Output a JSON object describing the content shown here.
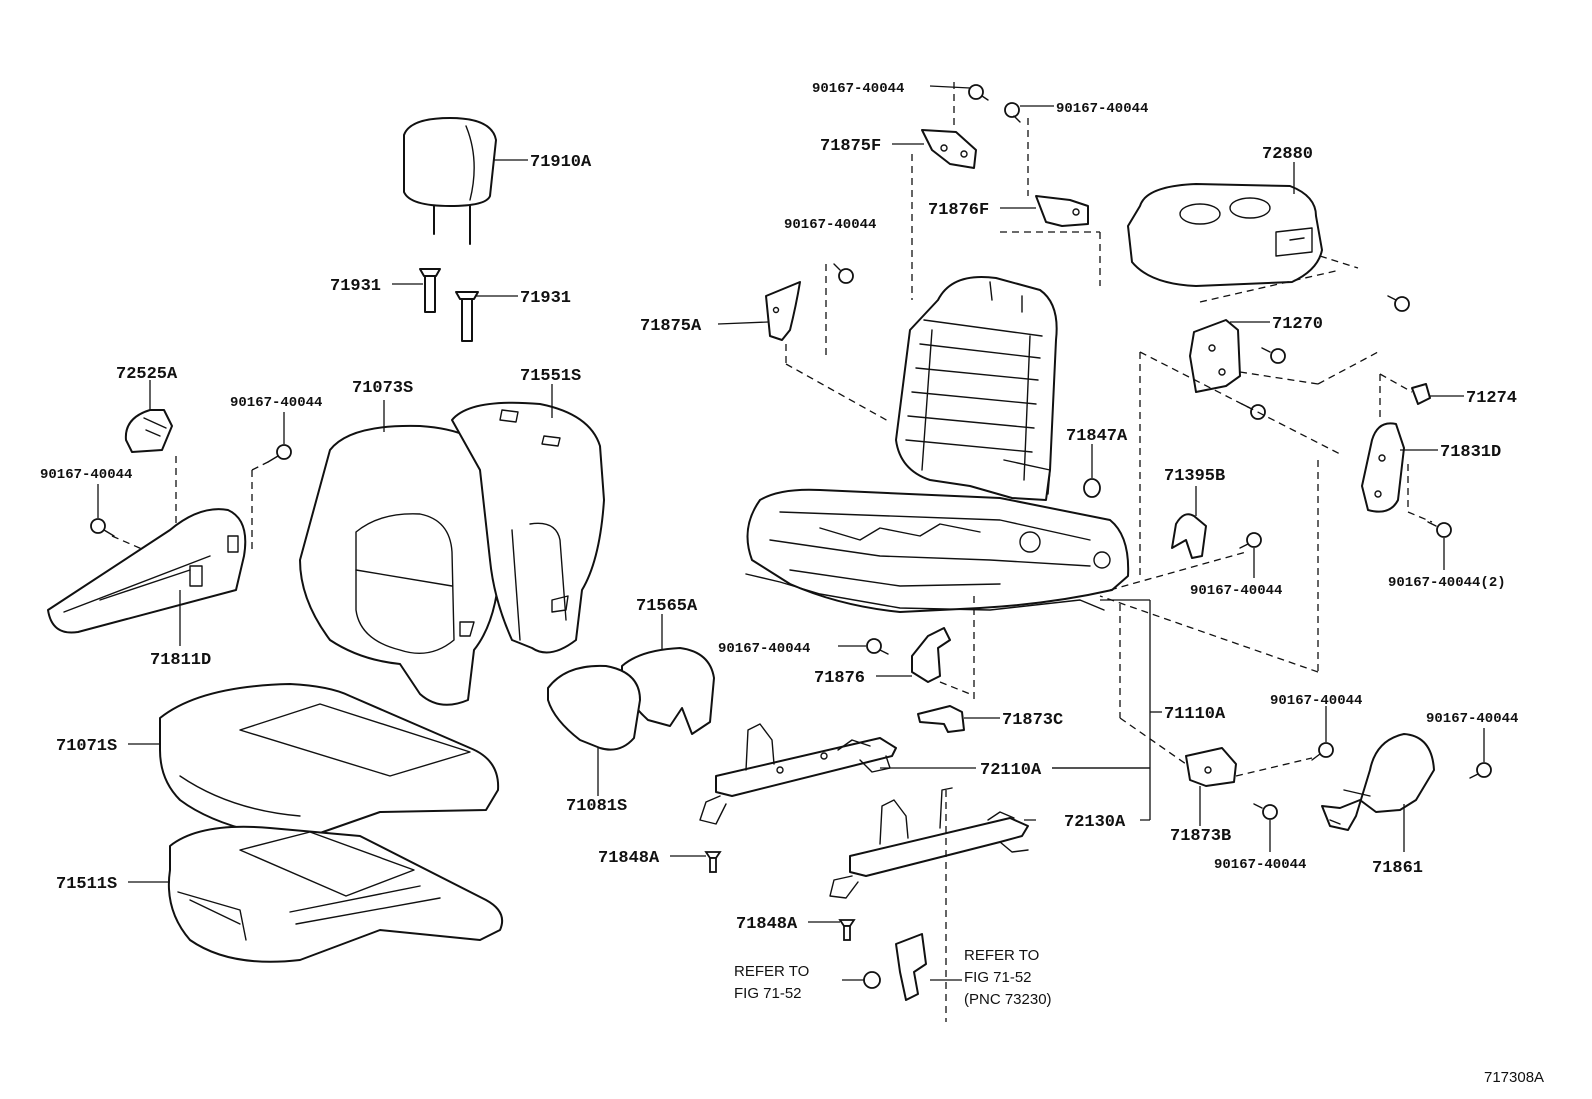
{
  "labels": {
    "l_71910A": "71910A",
    "l_71931_a": "71931",
    "l_71931_b": "71931",
    "l_72525A": "72525A",
    "l_bolt_1": "90167-40044",
    "l_71073S": "71073S",
    "l_71551S": "71551S",
    "l_bolt_2": "90167-40044",
    "l_71811D": "71811D",
    "l_71071S": "71071S",
    "l_71511S": "71511S",
    "l_71565A": "71565A",
    "l_71081S": "71081S",
    "l_bolt_3": "90167-40044",
    "l_bolt_4": "90167-40044",
    "l_71875F": "71875F",
    "l_71876F": "71876F",
    "l_bolt_5": "90167-40044",
    "l_71875A": "71875A",
    "l_72880": "72880",
    "l_71270": "71270",
    "l_71274": "71274",
    "l_71847A": "71847A",
    "l_71831D": "71831D",
    "l_71395B": "71395B",
    "l_bolt_6": "90167-40044",
    "l_bolt_7": "90167-40044(2)",
    "l_bolt_8": "90167-40044",
    "l_71876": "71876",
    "l_71873C": "71873C",
    "l_71110A": "71110A",
    "l_72110A": "72110A",
    "l_72130A": "72130A",
    "l_71848A_a": "71848A",
    "l_71848A_b": "71848A",
    "l_bolt_9": "90167-40044",
    "l_bolt_10": "90167-40044",
    "l_71873B": "71873B",
    "l_bolt_11": "90167-40044",
    "l_71861": "71861"
  },
  "references": {
    "refer_left_1": "REFER TO",
    "refer_left_2": "FIG 71-52",
    "refer_right_1": "REFER TO",
    "refer_right_2": "FIG 71-52",
    "refer_right_3": "(PNC 73230)"
  },
  "figure_id": "717308A"
}
